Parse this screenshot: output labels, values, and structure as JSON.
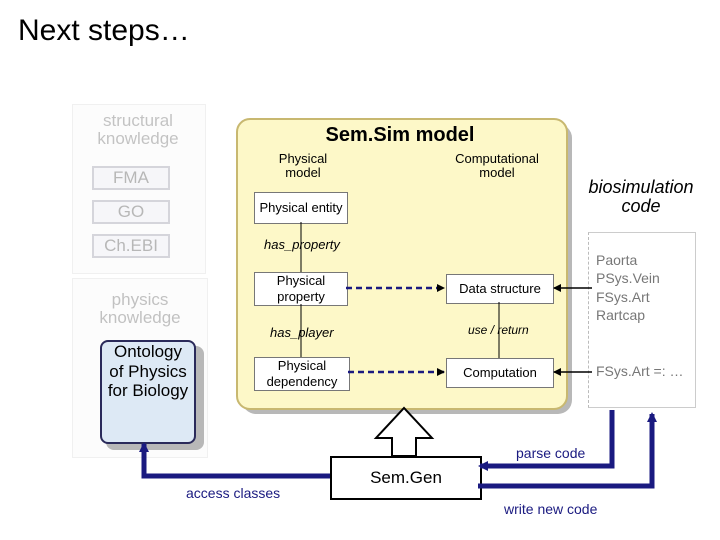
{
  "title": "Next steps…",
  "structural": {
    "label": "structural knowledge",
    "items": [
      "FMA",
      "GO",
      "Ch.EBI"
    ]
  },
  "physics": {
    "label": "physics knowledge",
    "ontology": "Ontology of Physics for Biology"
  },
  "semsim": {
    "title": "Sem.Sim model",
    "physical_header": "Physical model",
    "computational_header": "Computational model",
    "physical_entity": "Physical entity",
    "has_property": "has_property",
    "physical_property": "Physical property",
    "has_player": "has_player",
    "physical_dependency": "Physical dependency",
    "data_structure": "Data structure",
    "use_return": "use / return",
    "computation": "Computation"
  },
  "biosim": {
    "label": "biosimulation code",
    "code_lines": [
      "Paorta",
      "PSys.Vein",
      "FSys.Art",
      "Rartcap"
    ],
    "code_expr": "FSys.Art =: …"
  },
  "semgen": {
    "label": "Sem.Gen",
    "access": "access classes",
    "parse": "parse code",
    "write": "write new code"
  }
}
